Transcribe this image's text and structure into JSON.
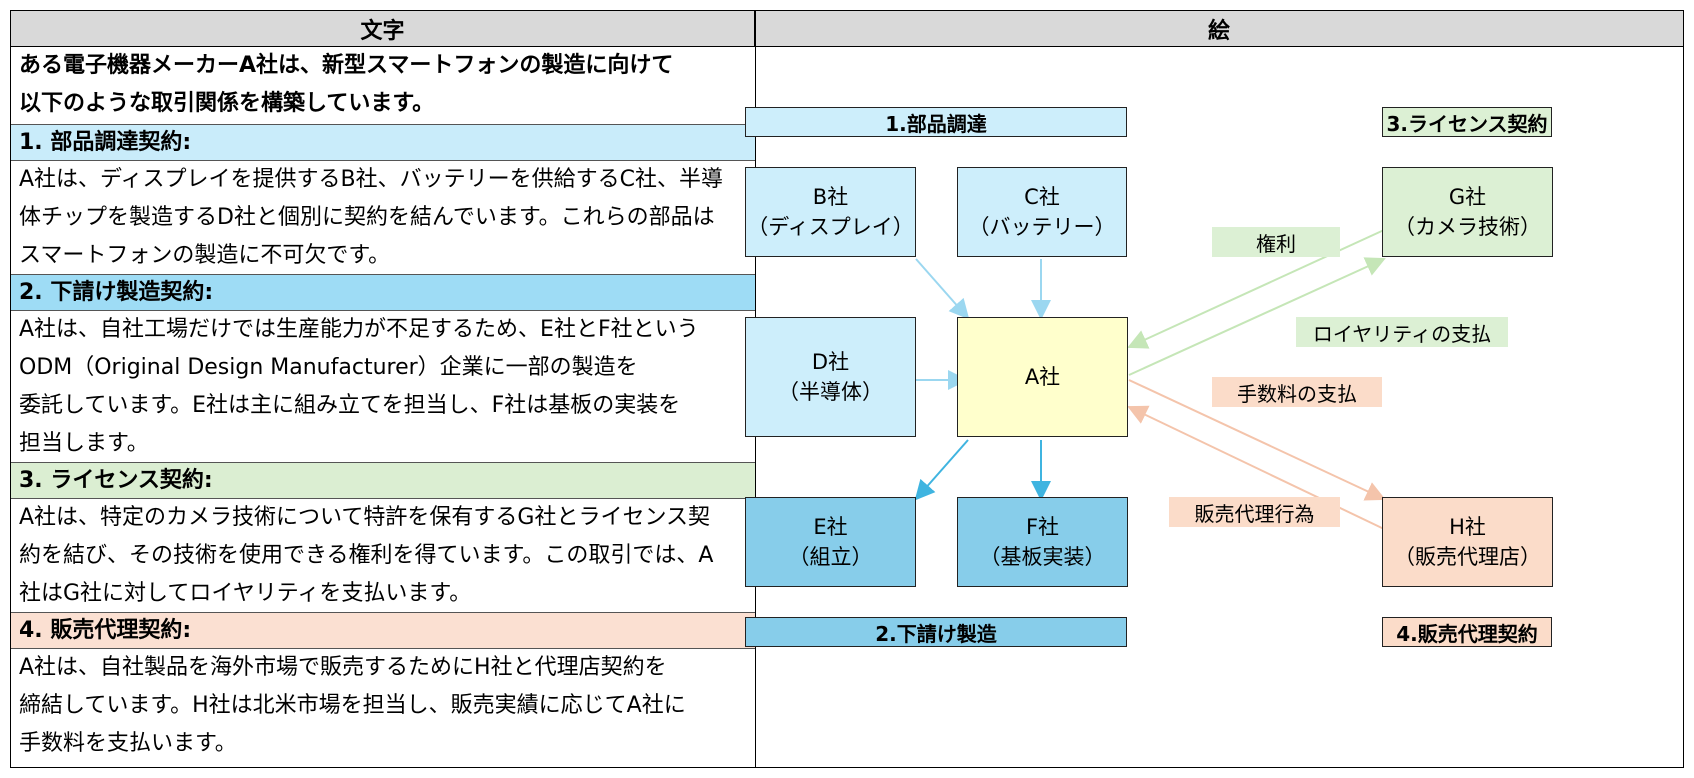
{
  "header": {
    "left": "文字",
    "right": "絵"
  },
  "text": {
    "intro": [
      "ある電子機器メーカーA社は、新型スマートフォンの製造に向けて",
      "以下のような取引関係を構築しています。"
    ],
    "sections": [
      {
        "title": "1. 部品調達契約:",
        "color": "#c9ecfa",
        "lines": [
          "A社は、ディスプレイを提供するB社、バッテリーを供給するC社、半導",
          "体チップを製造するD社と個別に契約を結んでいます。これらの部品は",
          "スマートフォンの製造に不可欠です。"
        ]
      },
      {
        "title": "2. 下請け製造契約:",
        "color": "#9edcf5",
        "lines": [
          "A社は、自社工場だけでは生産能力が不足するため、E社とF社という",
          "ODM（Original Design Manufacturer）企業に一部の製造を",
          "委託しています。E社は主に組み立てを担当し、F社は基板の実装を",
          "担当します。"
        ]
      },
      {
        "title": "3. ライセンス契約:",
        "color": "#dbeed2",
        "lines": [
          "A社は、特定のカメラ技術について特許を保有するG社とライセンス契",
          "約を結び、その技術を使用できる権利を得ています。この取引では、A",
          "社はG社に対してロイヤリティを支払います。"
        ]
      },
      {
        "title": "4. 販売代理契約:",
        "color": "#fbe0d2",
        "lines": [
          "A社は、自社製品を海外市場で販売するためにH社と代理店契約を",
          "締結しています。H社は北米市場を担当し、販売実績に応じてA社に",
          "手数料を支払います。"
        ]
      }
    ]
  },
  "diagram": {
    "colors": {
      "light_blue": "#cdeefb",
      "blue": "#87cdea",
      "yellow": "#ffffcc",
      "green": "#dcf0d4",
      "peach": "#fbdcc9",
      "arrow_blue": "#9bd7f0",
      "arrow_blue_dark": "#3fb4e0",
      "arrow_green": "#c5e6b7",
      "arrow_peach": "#f4c4ab"
    },
    "labels": {
      "procure": "1.部品調達",
      "subcontract": "2.下請け製造",
      "license": "3.ライセンス契約",
      "agency": "4.販売代理契約"
    },
    "boxes": {
      "B": [
        "B社",
        "（ディスプレイ）"
      ],
      "C": [
        "C社",
        "（バッテリー）"
      ],
      "D": [
        "D社",
        "（半導体）"
      ],
      "A": [
        "A社"
      ],
      "E": [
        "E社",
        "（組立）"
      ],
      "F": [
        "F社",
        "（基板実装）"
      ],
      "G": [
        "G社",
        "（カメラ技術）"
      ],
      "H": [
        "H社",
        "（販売代理店）"
      ]
    },
    "tags": {
      "rights": "権利",
      "royalty": "ロイヤリティの支払",
      "fee": "手数料の支払",
      "sales": "販売代理行為"
    }
  }
}
